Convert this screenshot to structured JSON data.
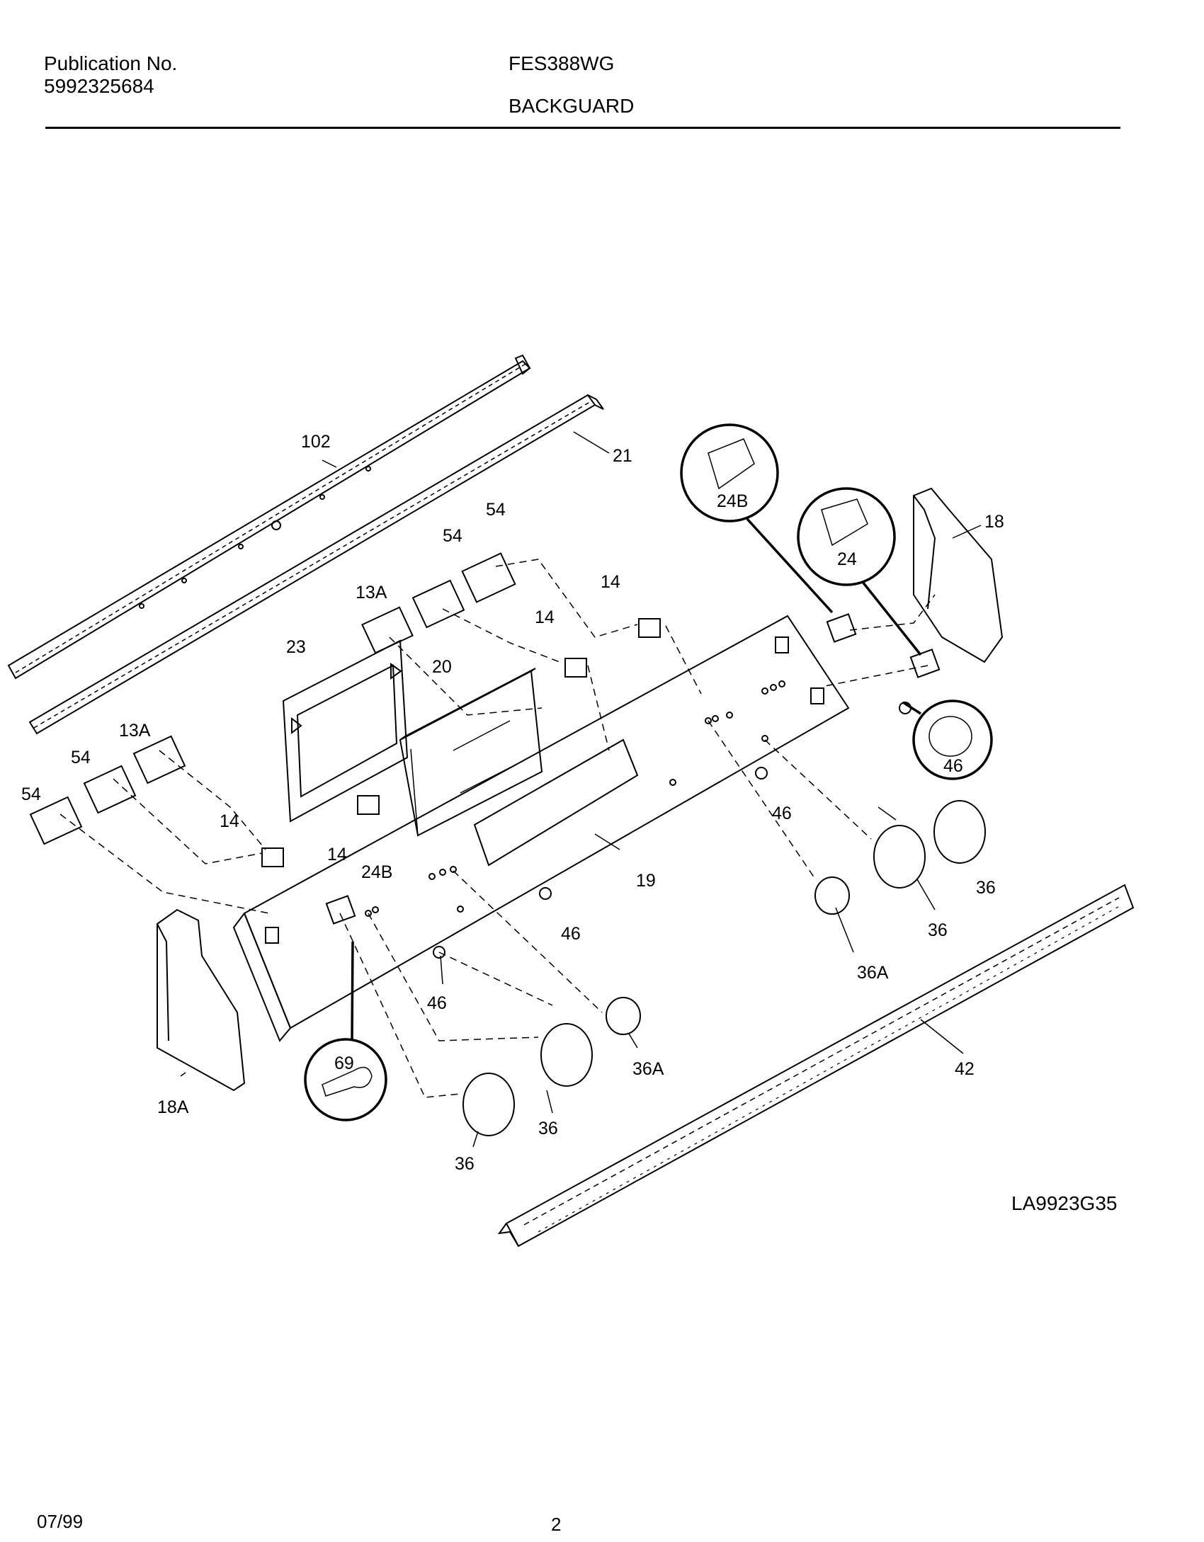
{
  "header": {
    "publication_label": "Publication No.",
    "publication_number": "5992325684",
    "model": "FES388WG",
    "section": "BACKGUARD"
  },
  "callouts": {
    "c102": "102",
    "c21": "21",
    "c54a": "54",
    "c54b": "54",
    "c54c": "54",
    "c54d": "54",
    "c13a_top": "13A",
    "c13a_left": "13A",
    "c23": "23",
    "c20": "20",
    "c14a": "14",
    "c14b": "14",
    "c14c": "14",
    "c14d": "14",
    "c24b_top": "24B",
    "c24": "24",
    "c18": "18",
    "c46a": "46",
    "c46b": "46",
    "c46c": "46",
    "c46d": "46",
    "c19": "19",
    "c36a": "36",
    "c36b": "36",
    "c36c": "36",
    "c36d": "36",
    "c36A_right": "36A",
    "c36A_left": "36A",
    "c24b_mid": "24B",
    "c69": "69",
    "c18a": "18A",
    "c42": "42"
  },
  "footer": {
    "drawing_id": "LA9923G35",
    "date": "07/99",
    "page": "2"
  }
}
